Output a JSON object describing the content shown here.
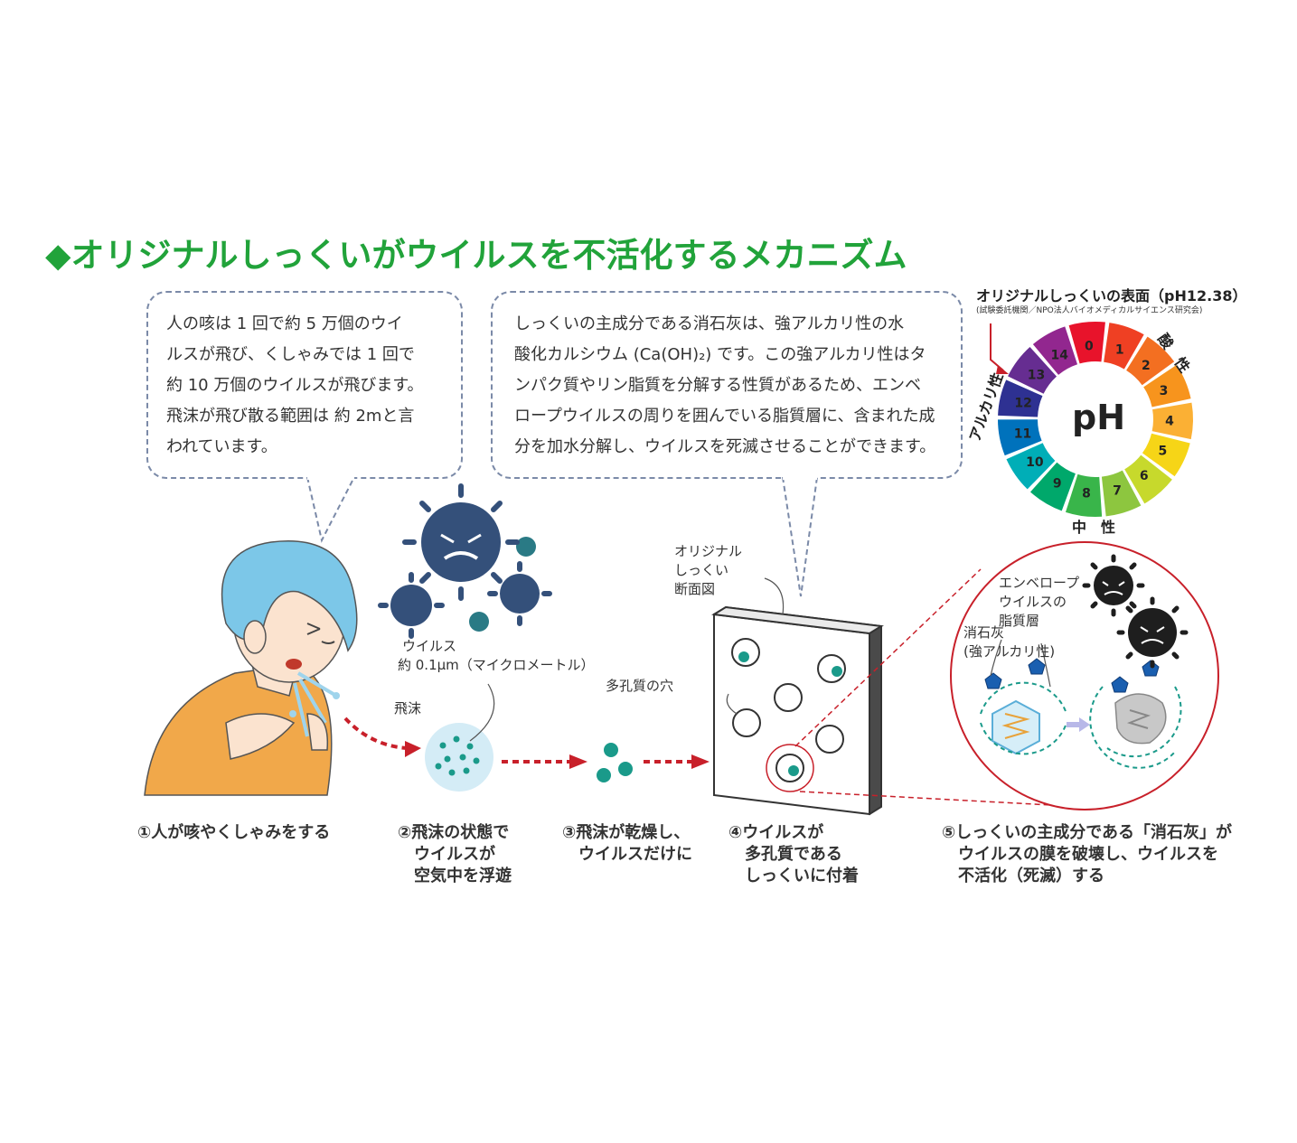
{
  "title": "◆オリジナルしっくいがウイルスを不活化するメカニズム",
  "bubble_left": {
    "lines": [
      "人の咳は 1 回で約 5 万個のウイ",
      "ルスが飛び、くしゃみでは 1 回で",
      "約 10 万個のウイルスが飛びます。",
      "飛沫が飛び散る範囲は 約 2mと言",
      "われています。"
    ]
  },
  "bubble_right": {
    "lines": [
      "しっくいの主成分である消石灰は、強アルカリ性の水",
      "酸化カルシウム (Ca(OH)₂) です。この強アルカリ性はタ",
      "ンパク質やリン脂質を分解する性質があるため、エンベ",
      "ロープウイルスの周りを囲んでいる脂質層に、含まれた成",
      "分を加水分解し、ウイルスを死滅させることができます。"
    ]
  },
  "ph": {
    "title": "オリジナルしっくいの表面（pH12.38）",
    "subtitle": "(試験委託機関／NPO法人バイオメディカルサイエンス研究会)",
    "center": "pH",
    "alkaline": "アルカリ性",
    "acid": "酸　性",
    "neutral": "中　性",
    "numbers": [
      "0",
      "1",
      "2",
      "3",
      "4",
      "5",
      "6",
      "7",
      "8",
      "9",
      "10",
      "11",
      "12",
      "13",
      "14"
    ],
    "colors": [
      "#e8132b",
      "#ef4023",
      "#f36f21",
      "#f7941d",
      "#fbb034",
      "#f6d517",
      "#c7d92c",
      "#8dc63f",
      "#39b54a",
      "#00a86b",
      "#00aeb7",
      "#0072bc",
      "#2e3192",
      "#662d91",
      "#92278f"
    ]
  },
  "labels": {
    "virus": "ウイルス",
    "virus_size": "約 0.1μm（マイクロメートル）",
    "droplet": "飛沫",
    "porous_hole": "多孔質の穴",
    "cross_section": [
      "オリジナル",
      "しっくい",
      "断面図"
    ],
    "envelope": [
      "エンベロープ",
      "ウイルスの",
      "脂質層"
    ],
    "slaked_lime": [
      "消石灰",
      "(強アルカリ性)"
    ]
  },
  "steps": [
    {
      "lines": [
        "①人が咳やくしゃみをする"
      ]
    },
    {
      "lines": [
        "②飛沫の状態で",
        "ウイルスが",
        "空気中を浮遊"
      ]
    },
    {
      "lines": [
        "③飛沫が乾燥し、",
        "ウイルスだけに"
      ]
    },
    {
      "lines": [
        "④ウイルスが",
        "多孔質である",
        "しっくいに付着"
      ]
    },
    {
      "lines": [
        "⑤しっくいの主成分である「消石灰」が",
        "ウイルスの膜を破壊し、ウイルスを",
        "不活化（死滅）する"
      ]
    }
  ],
  "colors": {
    "headline": "#21a33a",
    "virus": "#34507a",
    "teal": "#1a9a8a",
    "arrow": "#c8202a",
    "skin": "#fbe3cf",
    "hair": "#7cc7e8",
    "shirt": "#f1a84a"
  }
}
